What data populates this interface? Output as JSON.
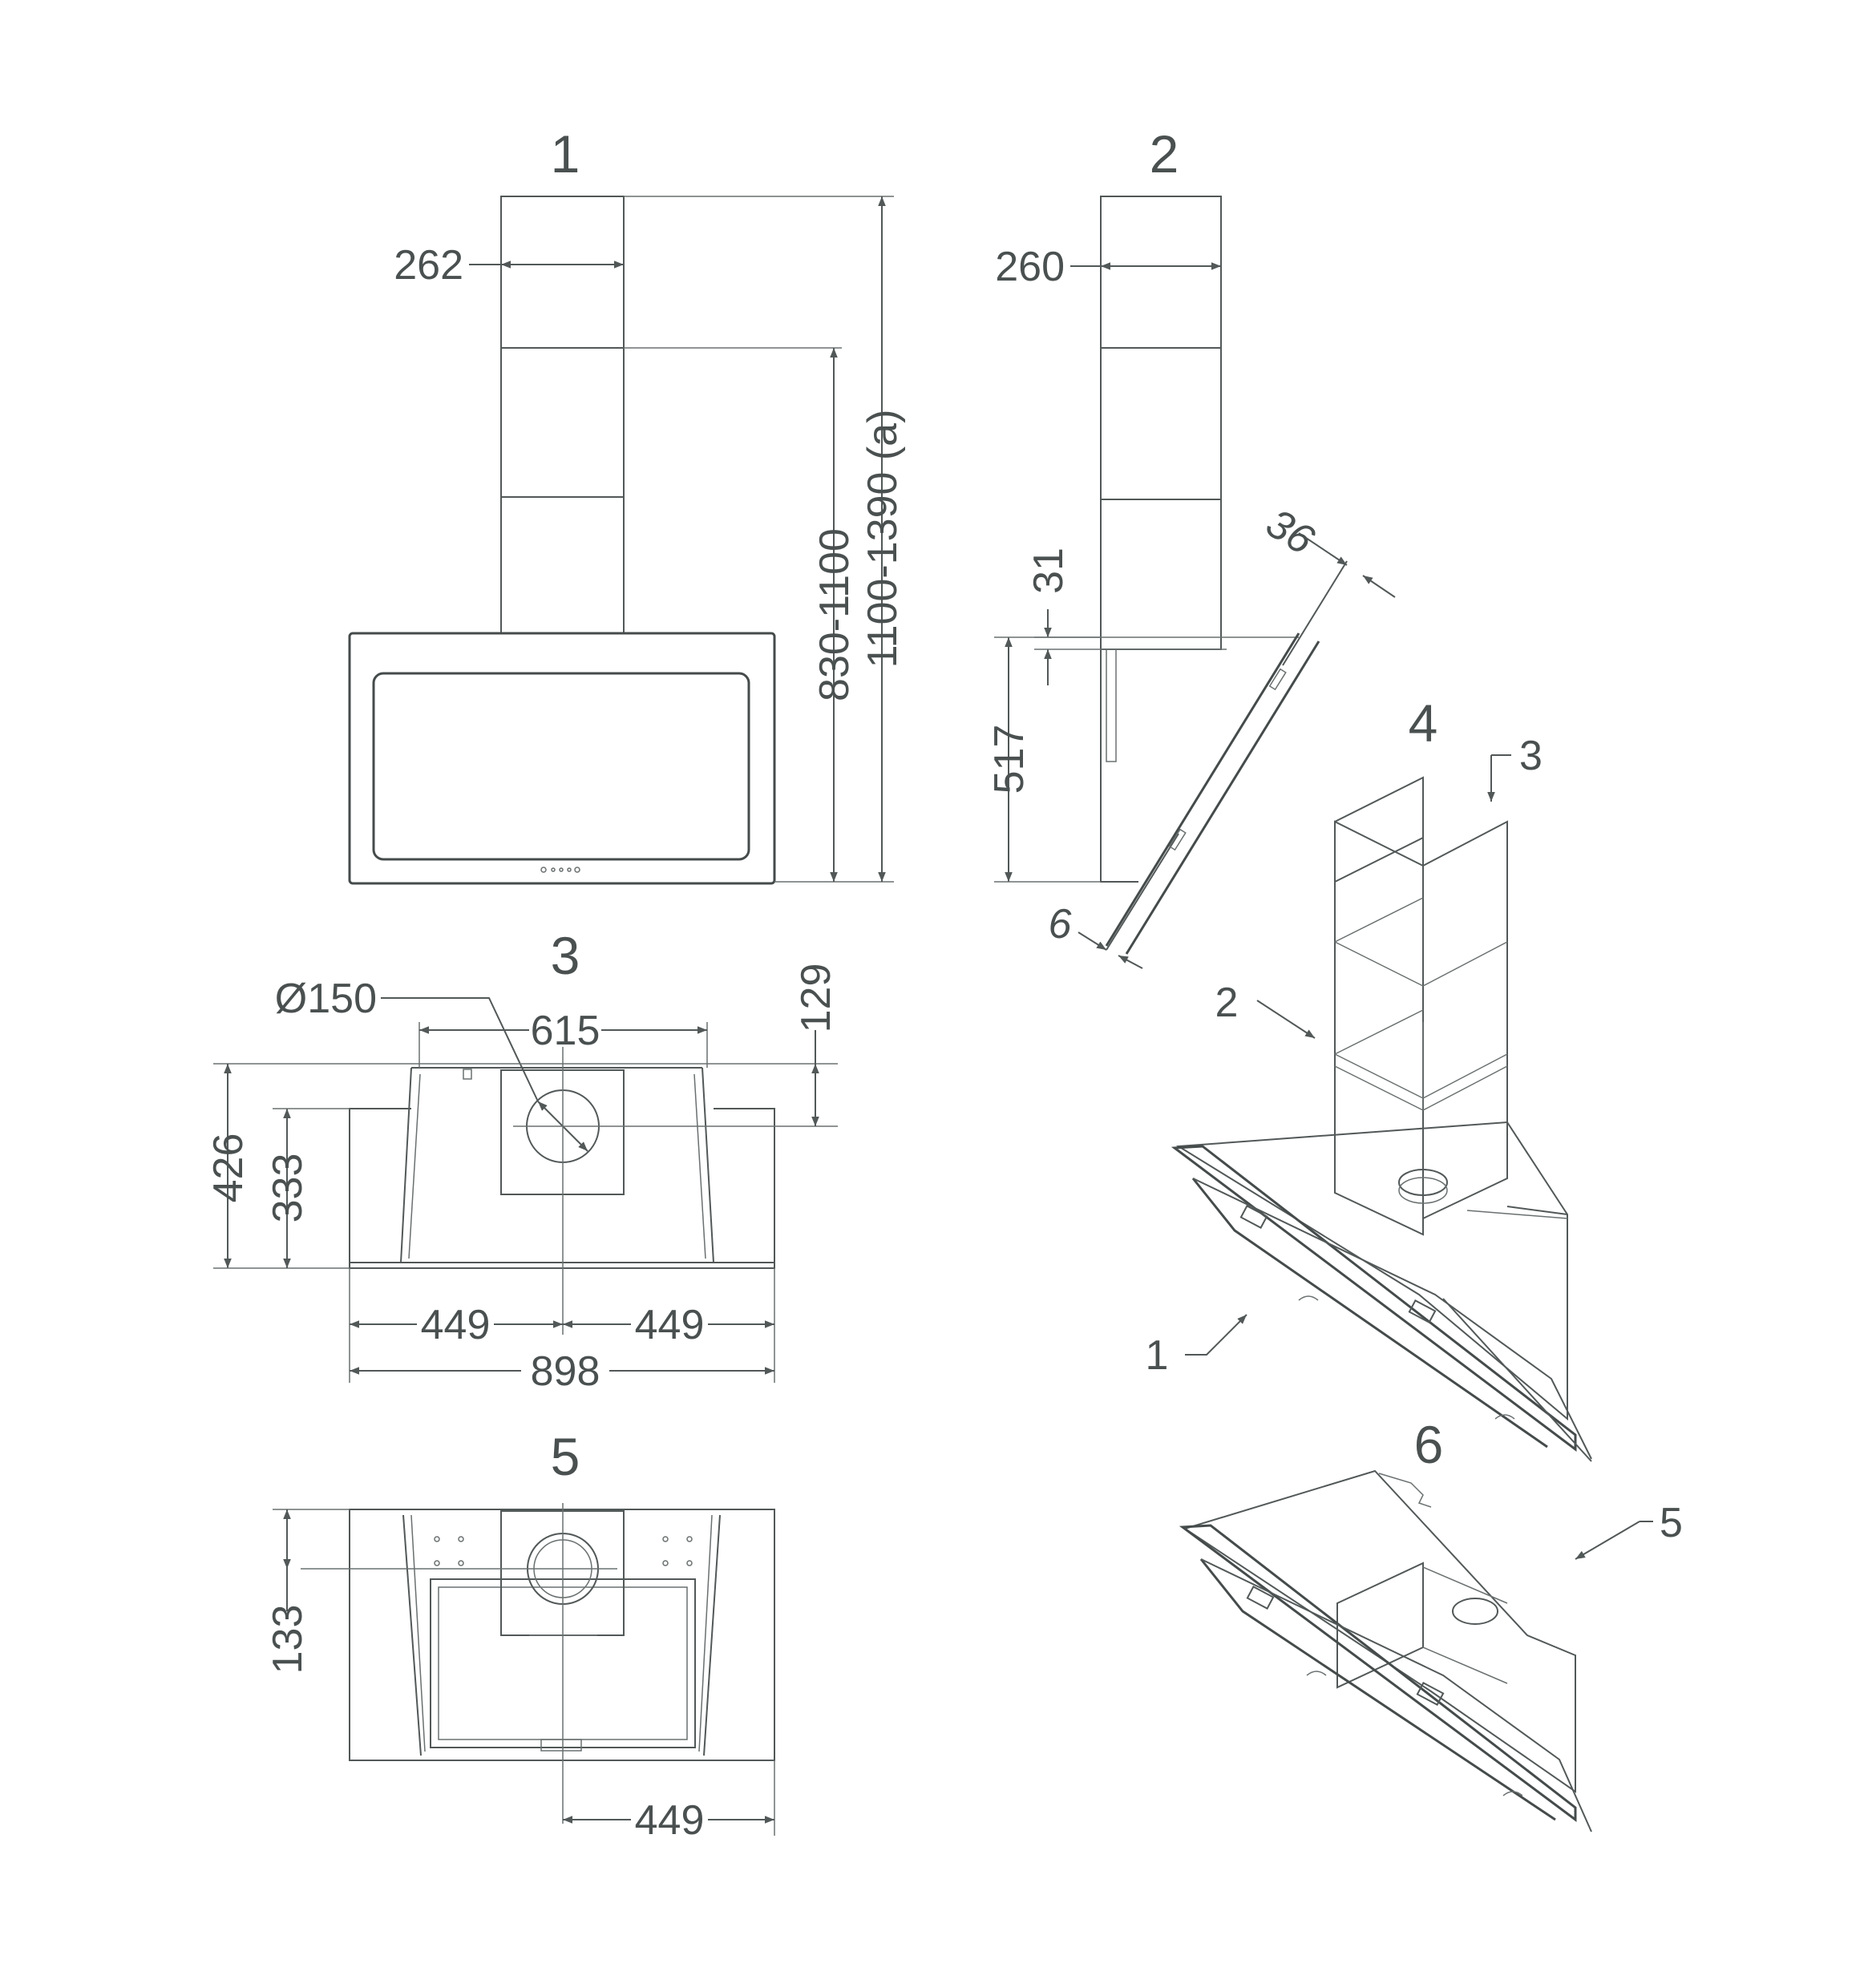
{
  "views": {
    "v1": {
      "number": "1",
      "width": "262",
      "height_short": "830-1100",
      "height_full": "1100-1390 (a)"
    },
    "v2": {
      "number": "2",
      "width": "260",
      "offset_top": "31",
      "hood_height": "517",
      "angle_top": "36",
      "angle_bottom": "6"
    },
    "v3": {
      "number": "3",
      "duct_diameter": "Ø150",
      "chimney_width": "615",
      "duct_offset": "129",
      "depth_total": "426",
      "depth_body": "333",
      "half_left": "449",
      "half_right": "449",
      "overall_width": "898"
    },
    "v4": {
      "number": "4",
      "callout_1": "1",
      "callout_2": "2",
      "callout_3": "3"
    },
    "v5": {
      "number": "5",
      "duct_offset": "133",
      "half_width": "449"
    },
    "v6": {
      "number": "6",
      "callout_5": "5"
    }
  }
}
